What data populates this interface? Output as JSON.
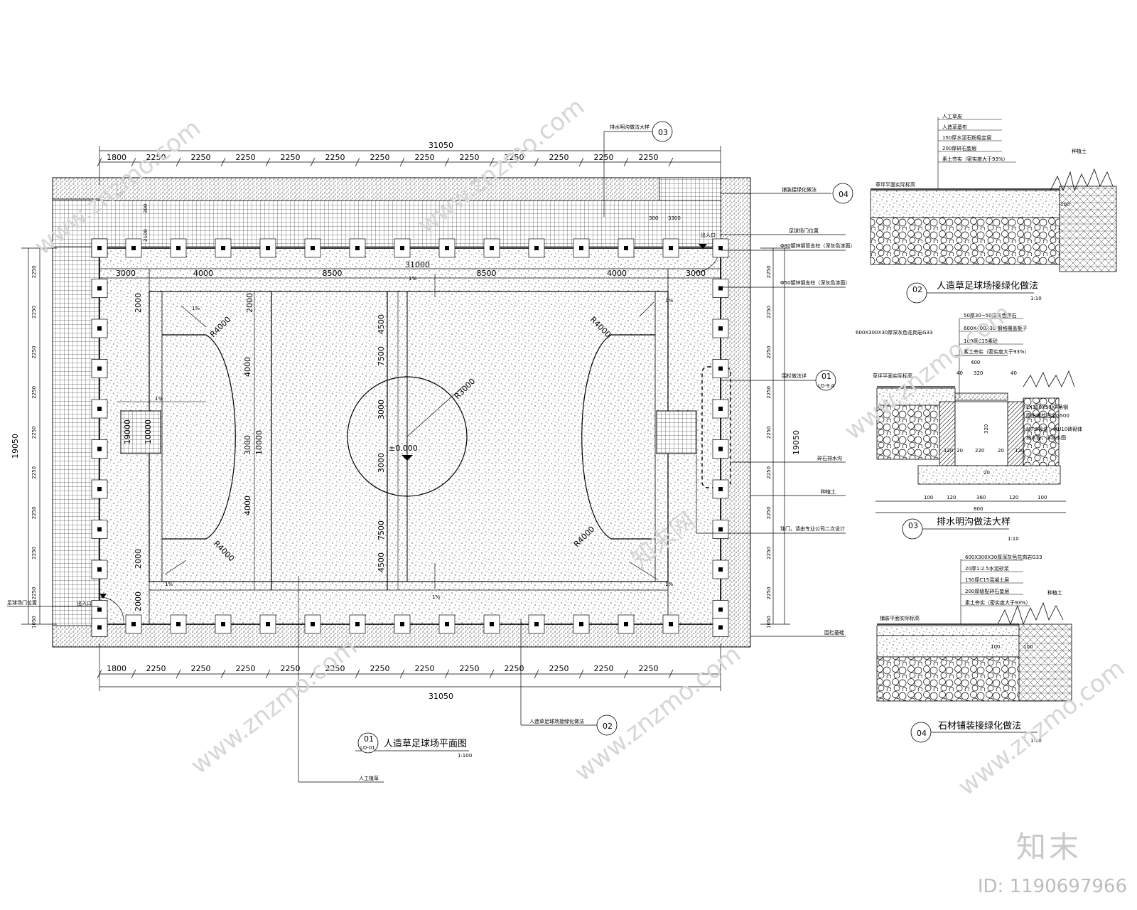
{
  "plan": {
    "title": "人造草足球场平面图",
    "scale": "1:100",
    "ref_num": "01",
    "ref_sheet": "LD-01",
    "total_width": "31050",
    "total_height": "19050",
    "inner_width": "31000",
    "top_segments": [
      "1800",
      "2250",
      "2250",
      "2250",
      "2250",
      "2250",
      "2250",
      "2250",
      "2250",
      "2250",
      "2250",
      "2250",
      "2250"
    ],
    "bottom_segments": [
      "1800",
      "2250",
      "2250",
      "2250",
      "2250",
      "2250",
      "2250",
      "2250",
      "2250",
      "2250",
      "2250",
      "2250",
      "2250"
    ],
    "side_segments": [
      "2250",
      "2250",
      "2250",
      "2250",
      "2250",
      "2250",
      "2250",
      "2250",
      "2250",
      "1050"
    ],
    "inner_h_segments": [
      "3000",
      "4000",
      "8500",
      "8500",
      "4000",
      "3000"
    ],
    "radius_corner": "R4000",
    "radius_center": "R3000",
    "elevation": "±0.000",
    "slope": "1%",
    "dims_v_center": [
      "7500",
      "3000",
      "3000",
      "7500",
      "4500",
      "4500"
    ],
    "dims_v_left": [
      "2000",
      "2000",
      "2000",
      "2000"
    ],
    "dims_v_goal": [
      "4000",
      "3000",
      "4000",
      "10000",
      "10000",
      "19000"
    ],
    "small_dims": [
      "300",
      "3300",
      "300",
      "2100"
    ],
    "labels": {
      "entrance_left": "出入口",
      "entrance_right": "出入口",
      "artificial_turf": "人工植草",
      "fence_door": "足球场门位置",
      "fence_door_right": "足球场门位置",
      "callout_top": "排水明沟做法大样",
      "callout_paving": "铺装接绿化做法",
      "post_80": "Φ80镀锌钢管支柱（深灰色漆面）",
      "post_50": "Φ50镀锌钢支柱（深灰色漆面）",
      "fence_method": "围栏做法详",
      "drain_ditch": "碎石排水沟",
      "planting_soil": "种植土",
      "goal_note": "球门，请由专业公司二次设计",
      "fence_base": "围栏基础",
      "callout_bottom": "人造草足球场接绿化做法"
    },
    "callouts": {
      "c03": "03",
      "c04": "04",
      "c01": "01",
      "c01_sheet": "LD-9.4",
      "c02": "02"
    }
  },
  "detail02": {
    "num": "02",
    "title": "人造草足球场接绿化做法",
    "scale": "1:10",
    "layers": [
      "人工草皮",
      "人造草基布",
      "150厚水泥石粉稳定层",
      "200厚碎石垫层",
      "素土夯实（密实度大于93%）"
    ],
    "planting": "种植土",
    "dim": "100",
    "edge": "草坪平面实际标高"
  },
  "detail03": {
    "num": "03",
    "title": "排水明沟做法大样",
    "scale": "1:10",
    "layers": [
      "50厚30~50深灰色卵石",
      "600X400X30 钢格栅盖板子",
      "100厚C15素砼",
      "素土夯实（密实度大于93%）"
    ],
    "paving": "600X300X30厚深灰色花岗岩G33",
    "dims_top": [
      "400",
      "40",
      "320",
      "40"
    ],
    "dims_mid": [
      "120",
      "20",
      "220",
      "20",
      "120"
    ],
    "dims_bot": [
      "100",
      "120",
      "360",
      "120",
      "100"
    ],
    "dim_total": "800",
    "dim_depth": "320",
    "dim_base": "20",
    "steel": "LX100X50X4角钢",
    "steel2": "膨胀螺栓固定G500",
    "mortar": "M7.5砂浆，MU10砖砌体",
    "drain": "排水管，详排水图",
    "edge": "草坪平面实际标高"
  },
  "detail04": {
    "num": "04",
    "title": "石材铺装接绿化做法",
    "scale": "1:10",
    "layers": [
      "600X300X30厚深灰色花岗岩G33",
      "20厚1:2.5水泥砂浆",
      "150厚C15混凝土层",
      "200厚级配碎石垫层",
      "素土夯实（密实度大于93%）"
    ],
    "planting": "种植土",
    "dims": [
      "100",
      "100"
    ],
    "edge": "铺装平面实际标高"
  },
  "watermark": {
    "site": "www.znzmo.com",
    "brand": "知末",
    "brand_site": "知末网",
    "image_id": "ID: 1190697966"
  }
}
